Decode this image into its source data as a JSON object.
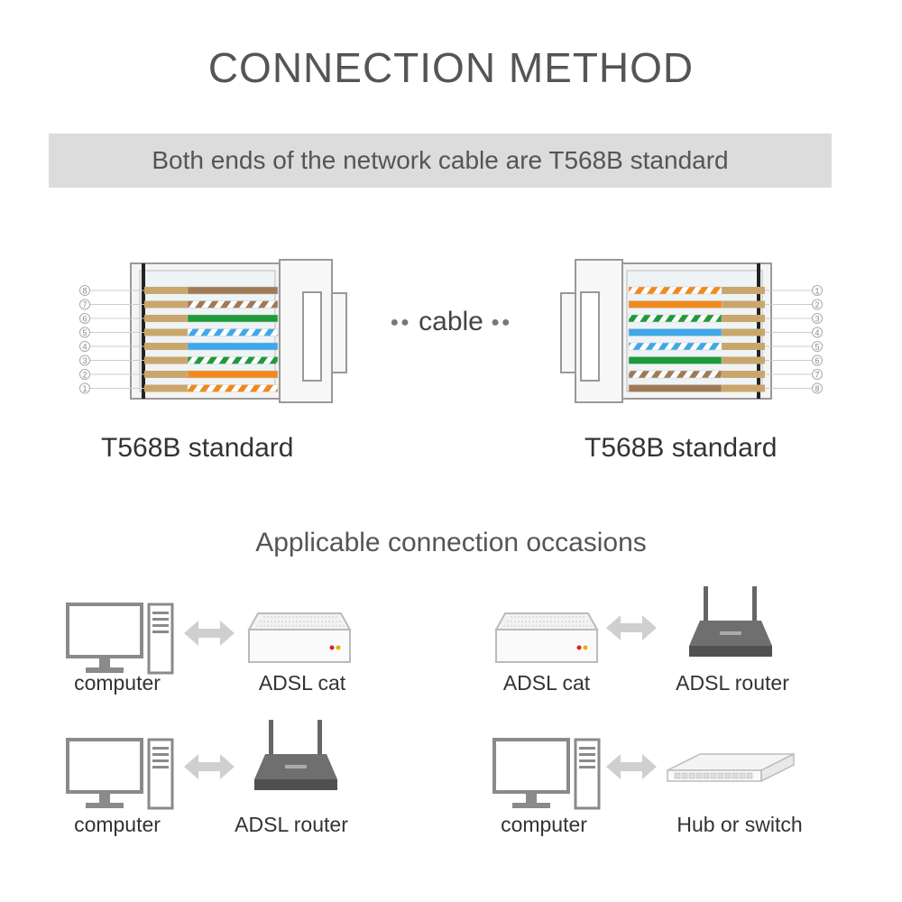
{
  "title": "CONNECTION METHOD",
  "banner": "Both ends of the network cable are T568B standard",
  "cable_label": "cable",
  "left_standard": "T568B standard",
  "right_standard": "T568B standard",
  "left_pin_numbers": [
    "8",
    "7",
    "6",
    "5",
    "4",
    "3",
    "2",
    "1"
  ],
  "right_pin_numbers": [
    "1",
    "2",
    "3",
    "4",
    "5",
    "6",
    "7",
    "8"
  ],
  "wire_colors": {
    "orange": "#f08a1c",
    "green": "#1e9a3a",
    "blue": "#3ea8e8",
    "brown": "#a07a56",
    "gold": "#c9a66b"
  },
  "subtitle": "Applicable connection occasions",
  "occasions": [
    {
      "left": "computer",
      "right": "ADSL cat"
    },
    {
      "left": "ADSL cat",
      "right": "ADSL router"
    },
    {
      "left": "computer",
      "right": "ADSL router"
    },
    {
      "left": "computer",
      "right": "Hub or switch"
    }
  ]
}
